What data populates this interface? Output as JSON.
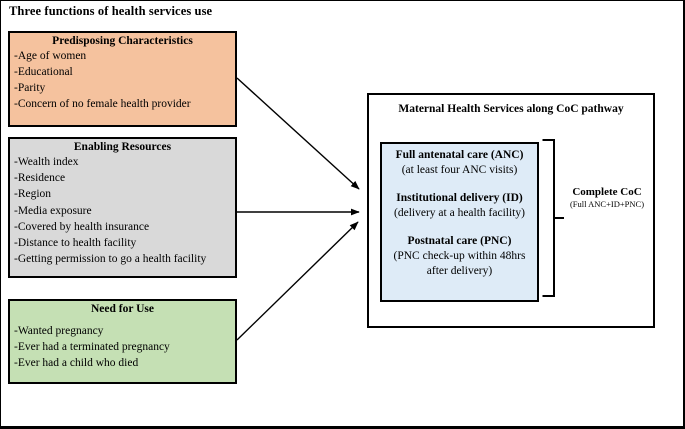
{
  "figure_title": "Three functions of health services use",
  "determinant_boxes": [
    {
      "title": "Predisposing Characteristics",
      "items": [
        "-Age of women",
        "-Educational",
        "-Parity",
        "-Concern of no female health provider"
      ],
      "color": "#F5C29E"
    },
    {
      "title": "Enabling Resources",
      "items": [
        "-Wealth index",
        "-Residence",
        "-Region",
        "-Media exposure",
        "-Covered by health insurance",
        "-Distance to health facility",
        "-Getting permission to go a health facility"
      ],
      "color": "#D9D9D9"
    },
    {
      "title": "Need for Use",
      "items": [
        "-Wanted pregnancy",
        "-Ever had a terminated pregnancy",
        "-Ever had a child who died"
      ],
      "color": "#C5E0B4"
    }
  ],
  "outcome_box": {
    "title": "Maternal Health Services along CoC pathway",
    "inner_color": "#DEEBF7",
    "services": [
      {
        "name": "Full antenatal care (ANC)",
        "detail": "(at least four ANC visits)"
      },
      {
        "name": "Institutional delivery (ID)",
        "detail": "(delivery at a health facility)"
      },
      {
        "name": "Postnatal care (PNC)",
        "detail": "(PNC check-up within 48hrs after delivery)"
      }
    ],
    "bracket_label": {
      "title": "Complete CoC",
      "subtitle": "(Full ANC+ID+PNC)"
    }
  },
  "line_color": "#000000"
}
